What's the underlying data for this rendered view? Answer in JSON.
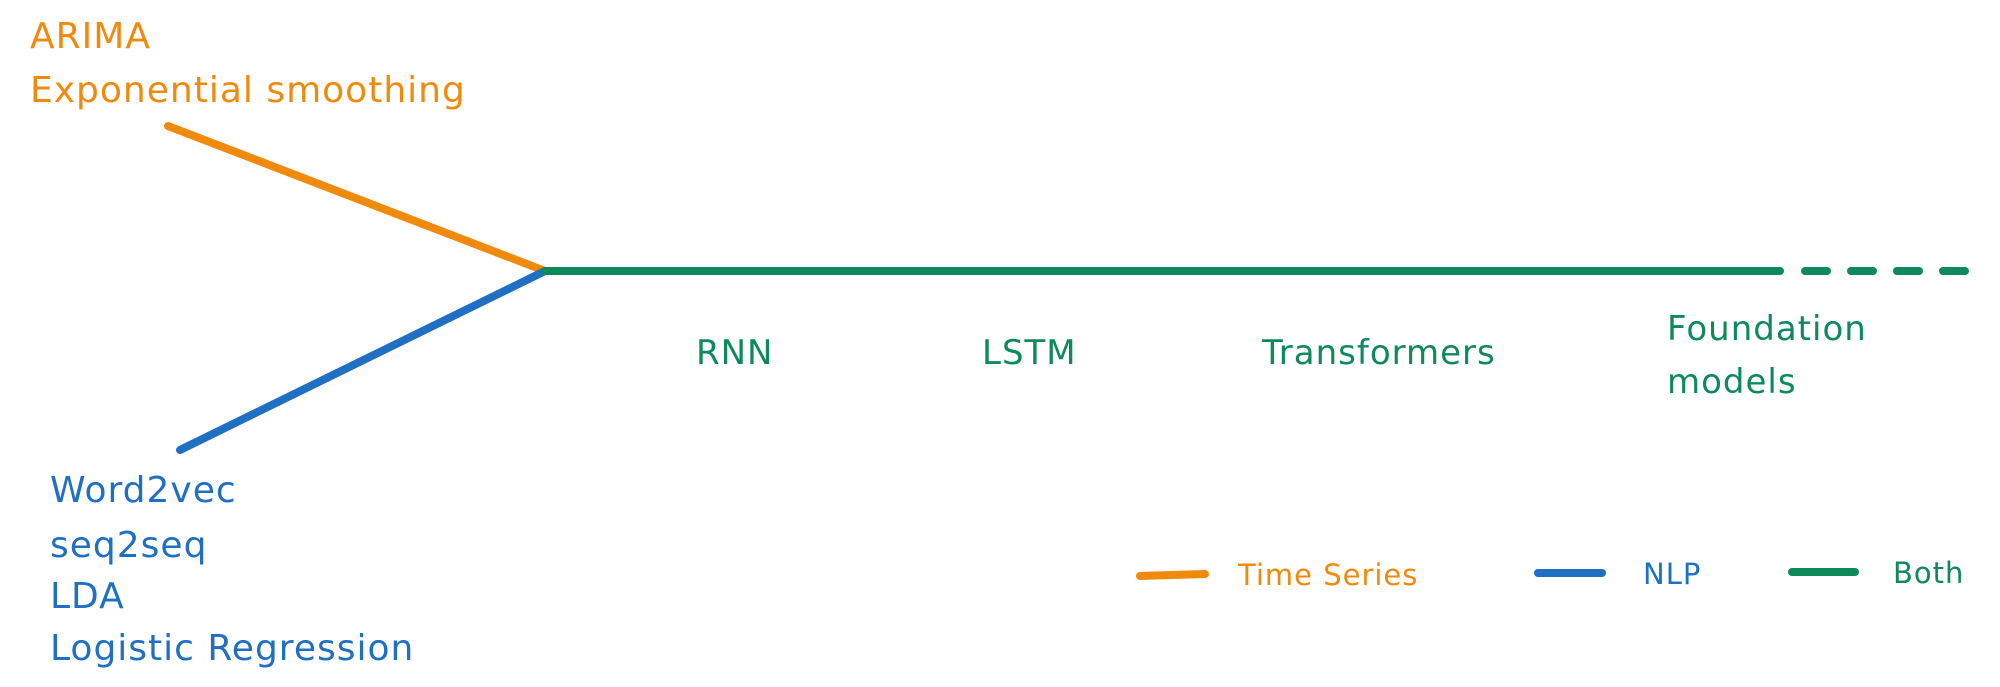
{
  "colors": {
    "time_series": "#F08A0D",
    "nlp": "#1F6FC3",
    "both": "#0E8A5A"
  },
  "time_series_models": [
    "ARIMA",
    "Exponential smoothing"
  ],
  "nlp_models": [
    "Word2vec",
    "seq2seq",
    "LDA",
    "Logistic Regression"
  ],
  "shared_models": [
    "RNN",
    "LSTM",
    "Transformers",
    "Foundation",
    "models"
  ],
  "legend": {
    "time_series": "Time Series",
    "nlp": "NLP",
    "both": "Both"
  }
}
